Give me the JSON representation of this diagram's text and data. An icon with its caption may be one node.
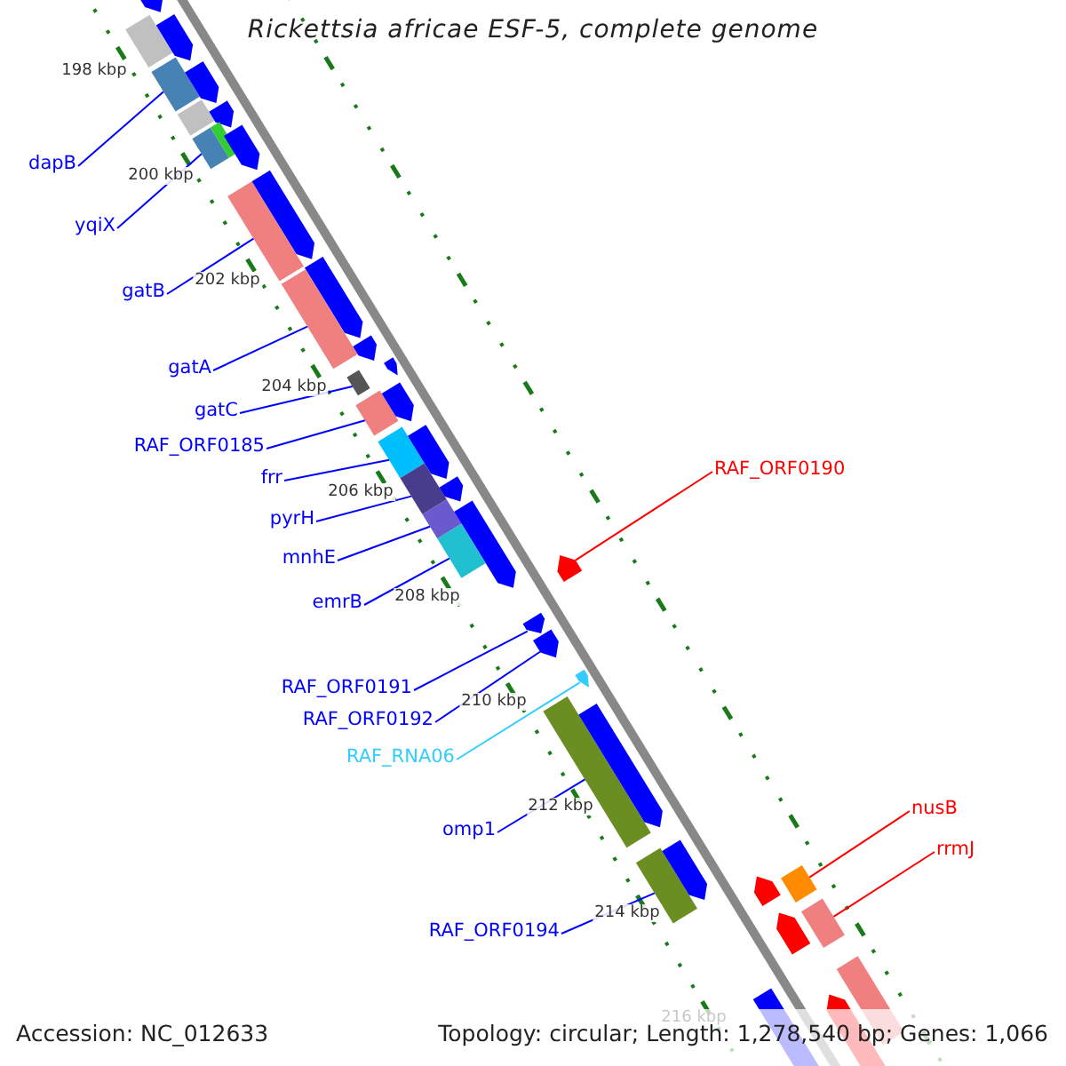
{
  "diagram": {
    "title": "Rickettsia africae ESF-5, complete genome",
    "nodes": [
      {
        "text": [
          "dapB"
        ]
      },
      {
        "text": [
          "yqiX"
        ]
      },
      {
        "text": [
          "gatB"
        ]
      },
      {
        "text": [
          "gatA"
        ]
      },
      {
        "text": [
          "gatC"
        ]
      },
      {
        "text": [
          "RAF_ORF0185"
        ]
      },
      {
        "text": [
          "RAF_ORF0190"
        ]
      },
      {
        "text": [
          "frr"
        ]
      },
      {
        "text": [
          "pyrH"
        ]
      },
      {
        "text": [
          "mnhE"
        ]
      },
      {
        "text": [
          "emrB"
        ]
      },
      {
        "text": [
          "RAF_ORF0191"
        ]
      },
      {
        "text": [
          "RAF_ORF0192"
        ]
      },
      {
        "text": [
          "RAF_RNA06"
        ]
      },
      {
        "text": [
          "nusB"
        ]
      },
      {
        "text": [
          "omp1"
        ]
      },
      {
        "text": [
          "rrmJ"
        ]
      },
      {
        "text": [
          "RAF_ORF0194"
        ]
      },
      {
        "text": [],
        "shape": "arrow"
      },
      {
        "text": [],
        "shape": "bar"
      },
      {
        "text": [],
        "shape": "arrow"
      },
      {
        "text": [],
        "shape": "bar"
      },
      {
        "text": [],
        "shape": "arrow"
      },
      {
        "text": [],
        "shape": "bar"
      },
      {
        "text": [],
        "shape": "arrow"
      },
      {
        "text": [],
        "shape": "bar"
      },
      {
        "text": [],
        "shape": "bar"
      },
      {
        "text": [],
        "shape": "arrow"
      },
      {
        "text": [],
        "shape": "arrow"
      },
      {
        "text": [],
        "shape": "bar"
      },
      {
        "text": [],
        "shape": "arrow"
      },
      {
        "text": [],
        "shape": "bar"
      },
      {
        "text": [],
        "shape": "arrow"
      },
      {
        "text": [],
        "shape": "bar"
      },
      {
        "text": [],
        "shape": "arrow"
      },
      {
        "text": [],
        "shape": "bar"
      },
      {
        "text": [],
        "shape": "arrow"
      },
      {
        "text": [],
        "shape": "bar"
      },
      {
        "text": [],
        "shape": "arrow"
      },
      {
        "text": [],
        "shape": "bar"
      },
      {
        "text": [],
        "shape": "arrow"
      },
      {
        "text": [],
        "shape": "bar"
      },
      {
        "text": [],
        "shape": "arrow"
      },
      {
        "text": [],
        "shape": "bar"
      },
      {
        "text": [],
        "shape": "arrow"
      },
      {
        "text": [],
        "shape": "arrow"
      },
      {
        "text": [],
        "shape": "arrow"
      },
      {
        "text": [],
        "shape": "arrow"
      },
      {
        "text": [],
        "shape": "bar"
      },
      {
        "text": [],
        "shape": "arrow"
      },
      {
        "text": [],
        "shape": "bar"
      },
      {
        "text": [],
        "shape": "arrow"
      },
      {
        "text": [],
        "shape": "arrow"
      },
      {
        "text": [],
        "shape": "bar"
      },
      {
        "text": [],
        "shape": "arrow"
      },
      {
        "text": [],
        "shape": "bar"
      },
      {
        "text": [],
        "shape": "arrow"
      },
      {
        "text": [],
        "shape": "bar"
      },
      {
        "text": [],
        "shape": "arrow"
      }
    ],
    "edges": [
      {
        "from": 0,
        "to": 21,
        "arrow": "none"
      },
      {
        "from": 1,
        "to": 25,
        "arrow": "none"
      },
      {
        "from": 2,
        "to": 29,
        "arrow": "none"
      },
      {
        "from": 3,
        "to": 31,
        "arrow": "none"
      },
      {
        "from": 4,
        "to": 33,
        "arrow": "none"
      },
      {
        "from": 5,
        "to": 35,
        "arrow": "none"
      },
      {
        "from": 6,
        "to": 44,
        "arrow": "none",
        "color": "#ff0000"
      },
      {
        "from": 7,
        "to": 37,
        "arrow": "none"
      },
      {
        "from": 8,
        "to": 39,
        "arrow": "none"
      },
      {
        "from": 9,
        "to": 41,
        "arrow": "none"
      },
      {
        "from": 10,
        "to": 43,
        "arrow": "none"
      },
      {
        "from": 11,
        "to": 45,
        "arrow": "none"
      },
      {
        "from": 12,
        "to": 46,
        "arrow": "none"
      },
      {
        "from": 13,
        "to": 47,
        "arrow": "none",
        "color": "#33ccff"
      },
      {
        "from": 14,
        "to": 53,
        "arrow": "none",
        "color": "#ff0000"
      },
      {
        "from": 15,
        "to": 48,
        "arrow": "none"
      },
      {
        "from": 16,
        "to": 55,
        "arrow": "none",
        "color": "#ff0000"
      },
      {
        "from": 17,
        "to": 50,
        "arrow": "none"
      }
    ],
    "labels": [
      "198 kbp",
      "200 kbp",
      "202 kbp",
      "204 kbp",
      "206 kbp",
      "208 kbp",
      "210 kbp",
      "212 kbp",
      "214 kbp",
      "216 kbp",
      "Accession: NC_012633",
      "Topology: circular; Length: 1,278,540 bp; Genes: 1,066"
    ]
  }
}
